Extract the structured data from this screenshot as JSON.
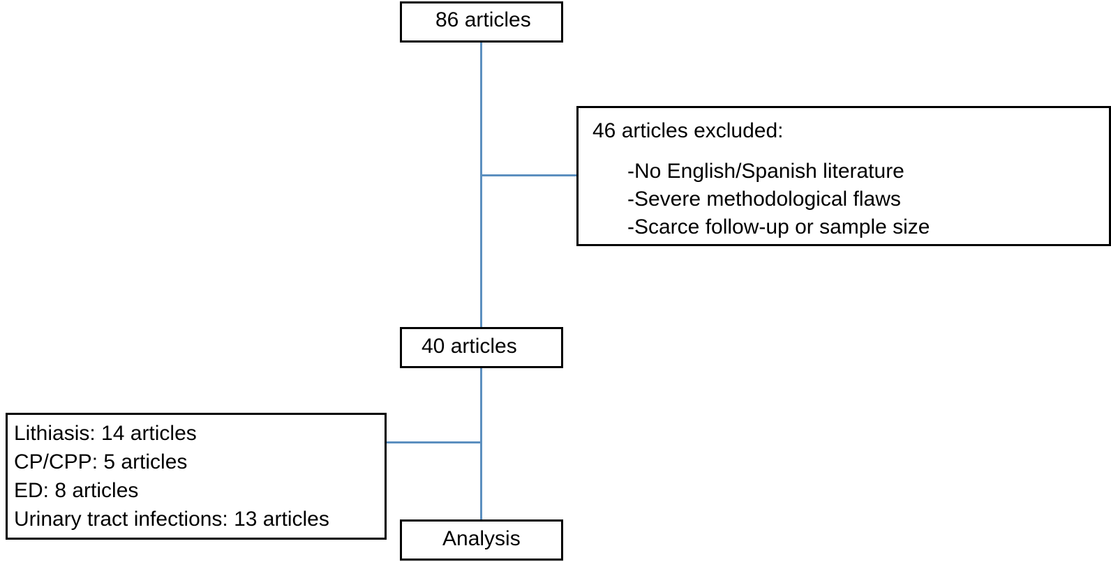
{
  "diagram": {
    "line_color": "#5b8fbf",
    "box_border_color": "#000000",
    "start": {
      "label": "86 articles"
    },
    "excluded": {
      "title": "46 articles excluded:",
      "reasons": [
        "-No English/Spanish literature",
        "-Severe methodological flaws",
        "-Scarce follow-up or sample size"
      ]
    },
    "included": {
      "label": "40 articles"
    },
    "breakdown": {
      "items": [
        "Lithiasis: 14 articles",
        "CP/CPP: 5 articles",
        "ED: 8 articles",
        "Urinary tract infections: 13 articles"
      ]
    },
    "end": {
      "label": "Analysis"
    }
  }
}
